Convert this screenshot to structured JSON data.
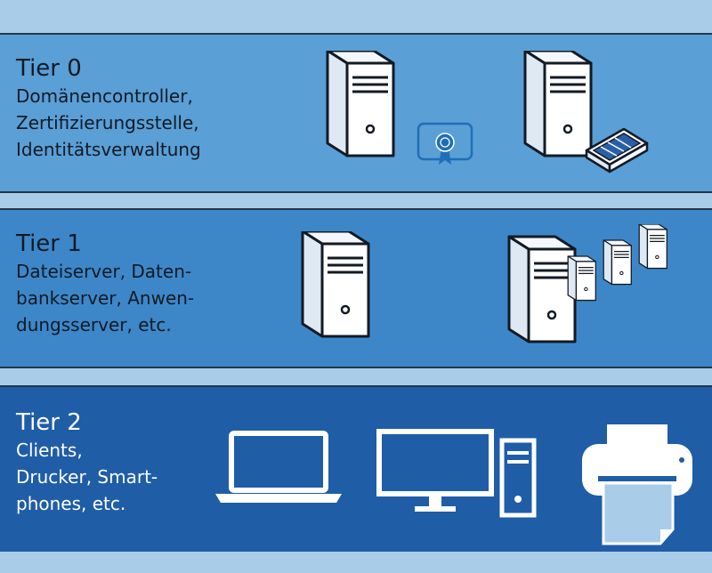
{
  "tiers": [
    {
      "title": "Tier 0",
      "description": "Domänencontroller,\nZertifizierungsstelle,\nIdentitätsverwaltung",
      "icons": [
        "server-icon",
        "certificate-icon",
        "server-icon",
        "keyboard-icon"
      ]
    },
    {
      "title": "Tier 1",
      "description": "Dateiserver, Daten-\nbankserver, Anwen-\ndungsserver, etc.",
      "icons": [
        "server-icon",
        "server-cluster-icon"
      ]
    },
    {
      "title": "Tier 2",
      "description": "Clients,\nDrucker, Smart-\nphones, etc.",
      "icons": [
        "laptop-icon",
        "desktop-icon",
        "printer-icon"
      ]
    }
  ],
  "colors": {
    "background": "#a9cde9",
    "tier0": "#5a9fd6",
    "tier1": "#3d87c9",
    "tier2": "#1f5da7",
    "outline": "#23364a"
  }
}
